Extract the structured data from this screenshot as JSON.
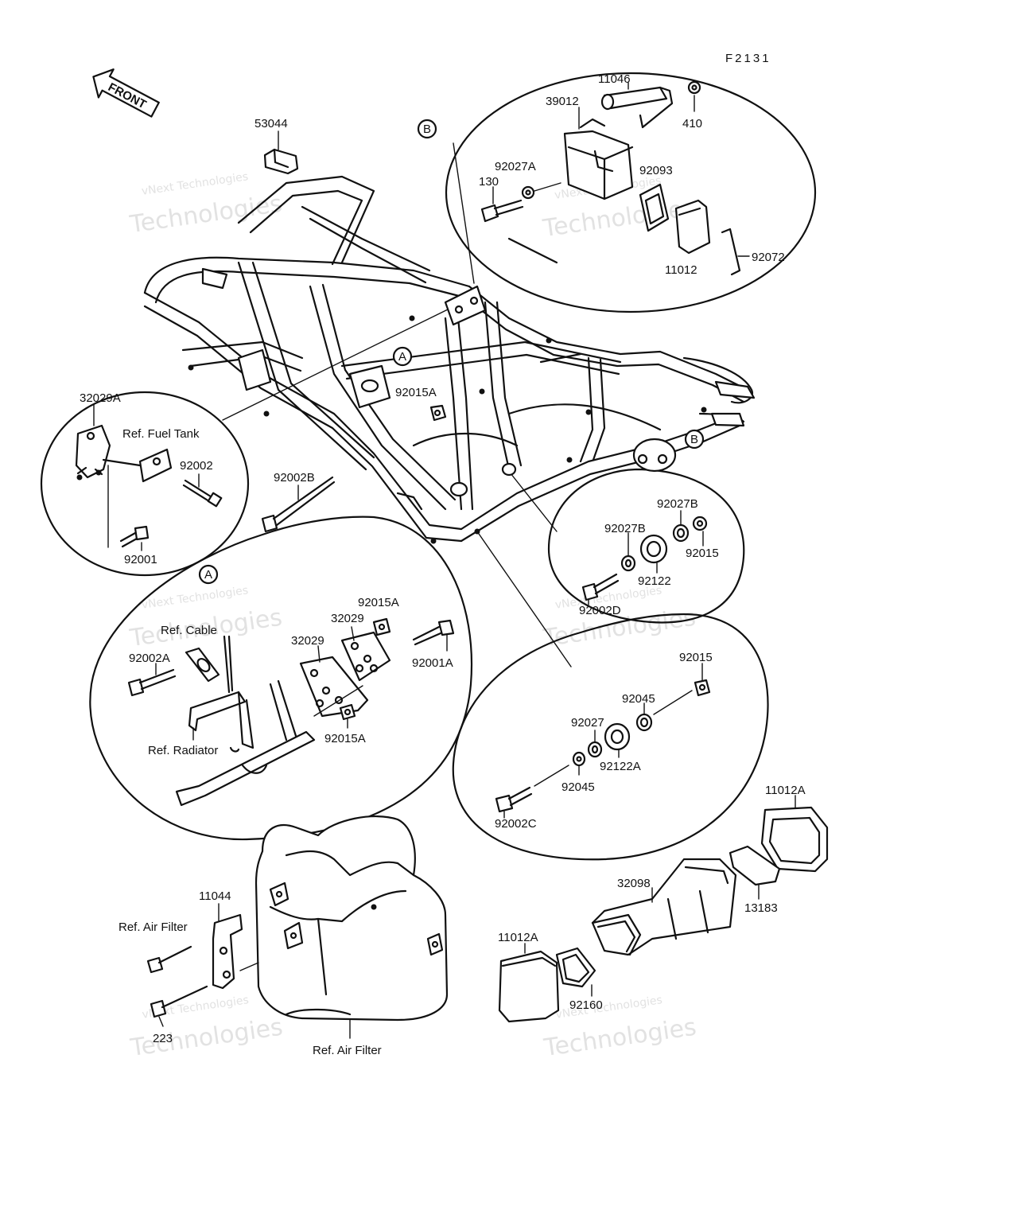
{
  "figure_code": "F2131",
  "front_label": "FRONT",
  "callouts": {
    "a": "A",
    "b": "B"
  },
  "parts": {
    "p53044": "53044",
    "p39012": "39012",
    "p11046": "11046",
    "p410": "410",
    "p92027A": "92027A",
    "p92093": "92093",
    "p130": "130",
    "p11012": "11012",
    "p92072": "92072",
    "p32029A": "32029A",
    "p92002": "92002",
    "p92001": "92001",
    "p92002B": "92002B",
    "p92015A_top": "92015A",
    "p92027B_a": "92027B",
    "p92027B_b": "92027B",
    "p92015_a": "92015",
    "p92122": "92122",
    "p92002D": "92002D",
    "p92015A_a": "92015A",
    "p32029_a": "32029",
    "p32029_b": "32029",
    "p92002A": "92002A",
    "p92001A": "92001A",
    "p92015A_b": "92015A",
    "p92015_b": "92015",
    "p92045_a": "92045",
    "p92027": "92027",
    "p92122A": "92122A",
    "p92045_b": "92045",
    "p92002C": "92002C",
    "p11012A_a": "11012A",
    "p32098": "32098",
    "p13183": "13183",
    "p11044": "11044",
    "p11012A_b": "11012A",
    "p92160": "92160",
    "p223": "223"
  },
  "refs": {
    "fuel_tank": "Ref. Fuel Tank",
    "cable": "Ref. Cable",
    "radiator": "Ref. Radiator",
    "air_filter_side": "Ref. Air Filter",
    "air_filter_bottom": "Ref. Air Filter"
  },
  "watermark": {
    "line1": "vNext Technologies",
    "line2": "Technologies"
  },
  "colors": {
    "ink": "#111111",
    "background": "#ffffff",
    "watermark": "#e2e2e2"
  }
}
